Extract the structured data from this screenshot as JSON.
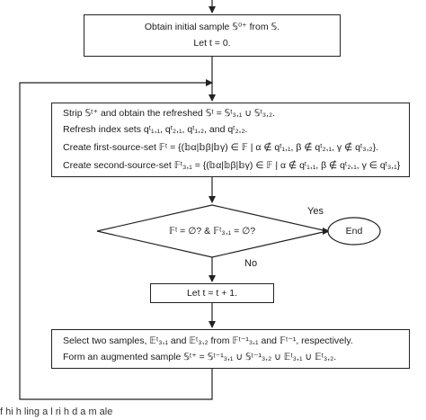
{
  "box1": {
    "line1": "Obtain initial sample 𝕊⁰⁺ from 𝕊.",
    "line2": "Let t = 0."
  },
  "box2": {
    "line1": "Strip 𝕊ᵗ⁺ and obtain the refreshed 𝕊ᵗ = 𝕊ᵗ₃,₁ ∪ 𝕊ᵗ₃,₂.",
    "line2": "Refresh index sets qᵗ₁,₁, qᵗ₂,₁, qᵗ₁,₂, and qᵗ₂,₂.",
    "line3": "Create first-source-set 𝔽ᵗ = {(𝕓α|𝕓β|𝕓γ) ∈ 𝔽 | α ∉ qᵗ₁,₁, β ∉ qᵗ₂,₁, γ ∉ qᵗ₃,₂}.",
    "line4": "Create second-source-set 𝔽ᵗ₃,₁ = {(𝕓α|𝕓β|𝕓γ) ∈ 𝔽 | α ∉ qᵗ₁,₁, β ∉ qᵗ₂,₁, γ ∈ qᵗ₃,₁}"
  },
  "decision": {
    "text": "𝔽ᵗ = ∅? & 𝔽ᵗ₃,₁ = ∅?",
    "yes_label": "Yes",
    "no_label": "No"
  },
  "end": {
    "label": "End"
  },
  "box3": {
    "line1": "Let t = t + 1."
  },
  "box4": {
    "line1": "Select two samples, 𝔼ᵗ₃,₁ and 𝔼ᵗ₃,₂ from 𝔽ᵗ⁻¹₃,₁ and 𝔽ᵗ⁻¹, respectively.",
    "line2": "Form an augmented sample 𝕊ᵗ⁺ = 𝕊ᵗ⁻¹₃,₁ ∪ 𝕊ᵗ⁻¹₃,₂ ∪ 𝔼ᵗ₃,₁ ∪ 𝔼ᵗ₃,₂."
  },
  "caption": "f  hi h    ling   a  l ri h   d  a  m  ale"
}
